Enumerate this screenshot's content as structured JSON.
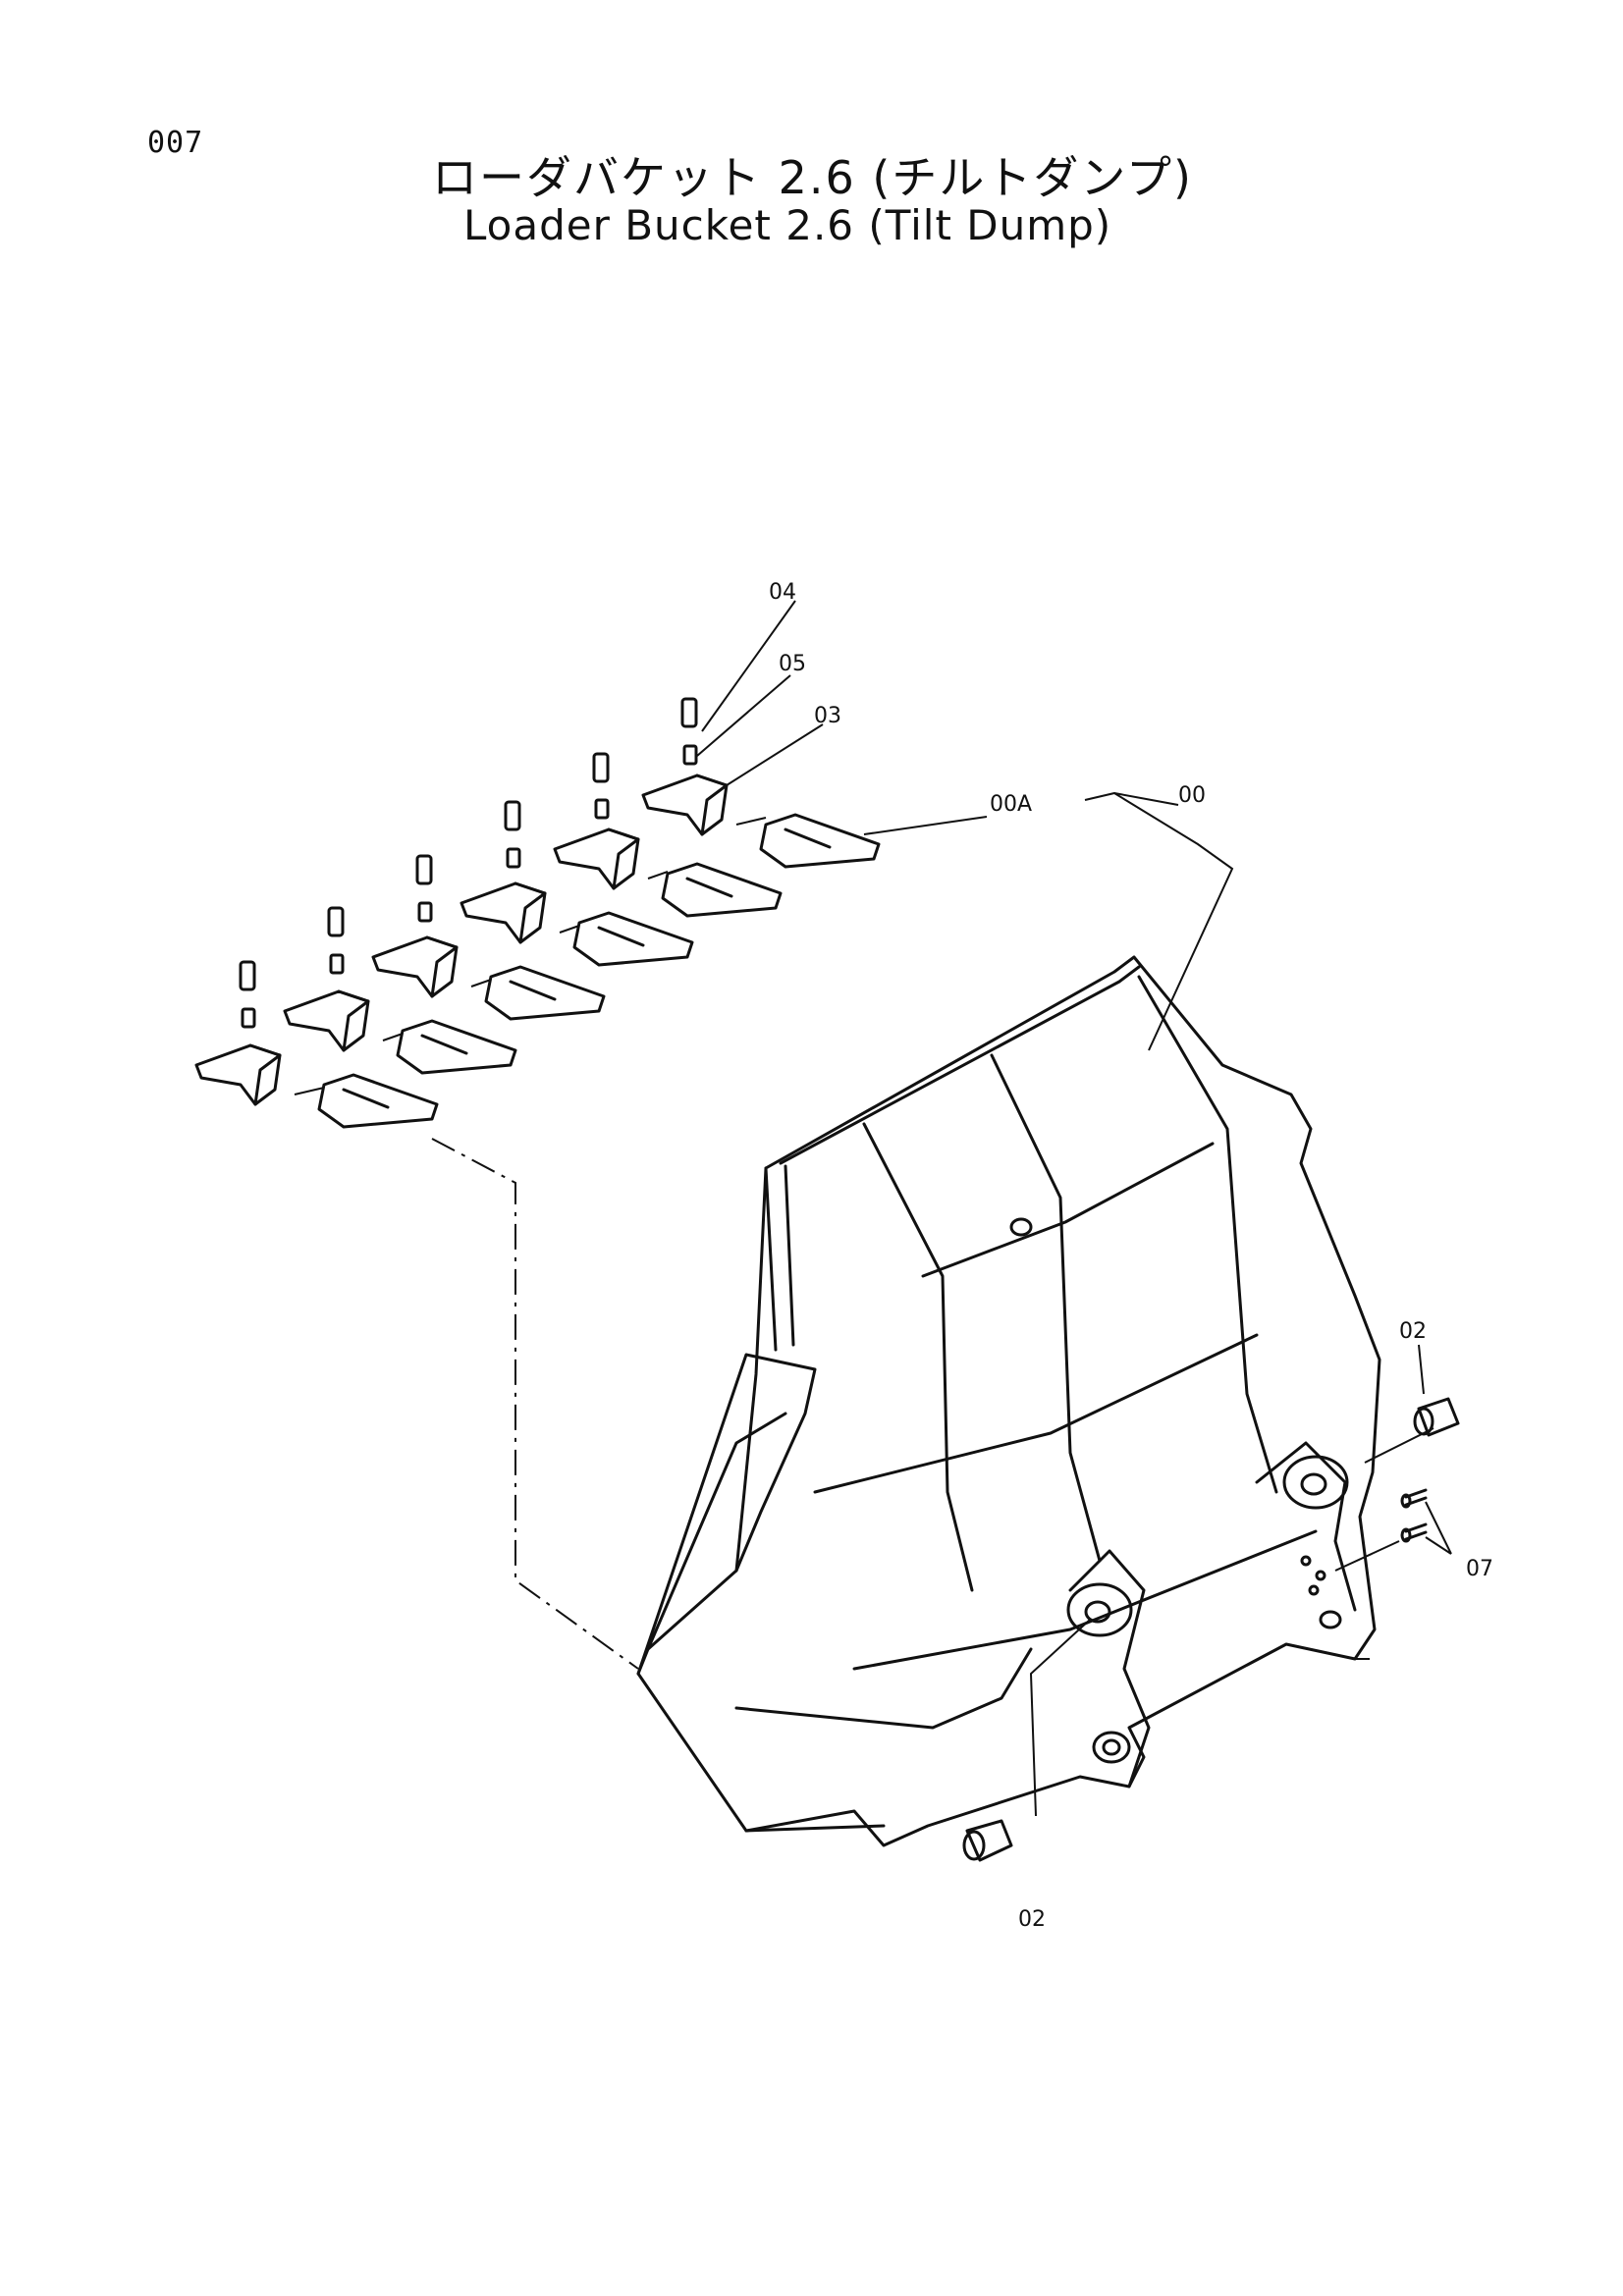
{
  "page": {
    "number": "007"
  },
  "title": {
    "japanese": "ローダバケット 2.6 (チルトダンプ)",
    "english": "Loader Bucket 2.6 (Tilt Dump)"
  },
  "callouts": {
    "c04": "04",
    "c05": "05",
    "c03": "03",
    "c00A": "00A",
    "c00": "00",
    "c02_right": "02",
    "c07": "07",
    "c02_bottom": "02"
  }
}
